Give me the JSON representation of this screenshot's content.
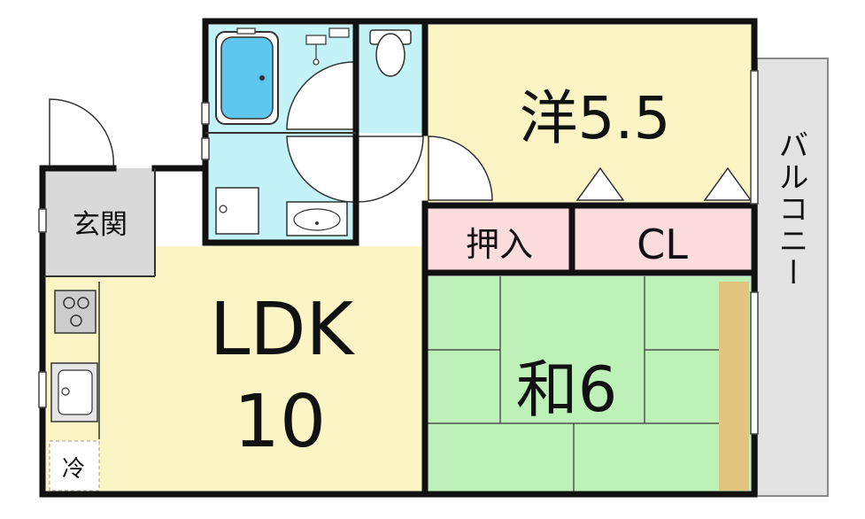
{
  "rooms": {
    "western": {
      "label": "洋5.5"
    },
    "ldk": {
      "line1": "LDK",
      "line2": "10"
    },
    "japanese": {
      "label": "和6"
    },
    "entrance": {
      "label": "玄関"
    },
    "oshiire": {
      "label": "押入"
    },
    "closet": {
      "label": "CL"
    },
    "fridge": {
      "label": "冷"
    },
    "balcony": {
      "label": "バルコニー"
    }
  },
  "colors": {
    "western": "#fbf5c5",
    "ldk": "#fbf5c5",
    "japanese": "#bdf1b8",
    "wet_area": "#c3f3f7",
    "storage": "#fcdcdc",
    "entrance": "#d9d9d9",
    "balcony": "#e3e3e3",
    "tatami_edge": "#e2c57e",
    "wall": "#111111"
  }
}
